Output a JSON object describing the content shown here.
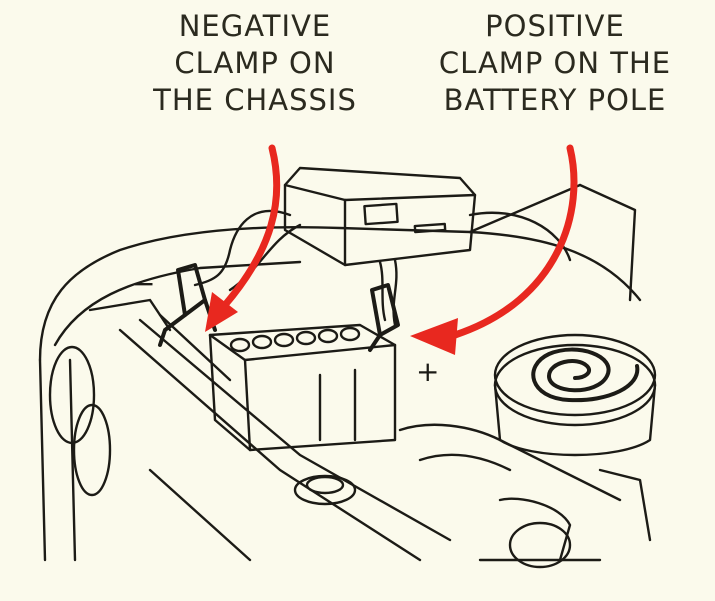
{
  "labels": {
    "negative": [
      "NEGATIVE",
      "CLAMP ON",
      "THE CHASSIS"
    ],
    "positive": [
      "POSITIVE",
      "CLAMP ON THE",
      "BATTERY POLE"
    ]
  },
  "signs": {
    "minus": "−",
    "plus": "+"
  },
  "colors": {
    "arrow": "#e8281f",
    "ink": "#1c1b16",
    "background": "#fbfaec"
  },
  "icons": [
    "battery-charger",
    "battery",
    "jumper-clamp",
    "air-filter",
    "car-engine-bay"
  ]
}
